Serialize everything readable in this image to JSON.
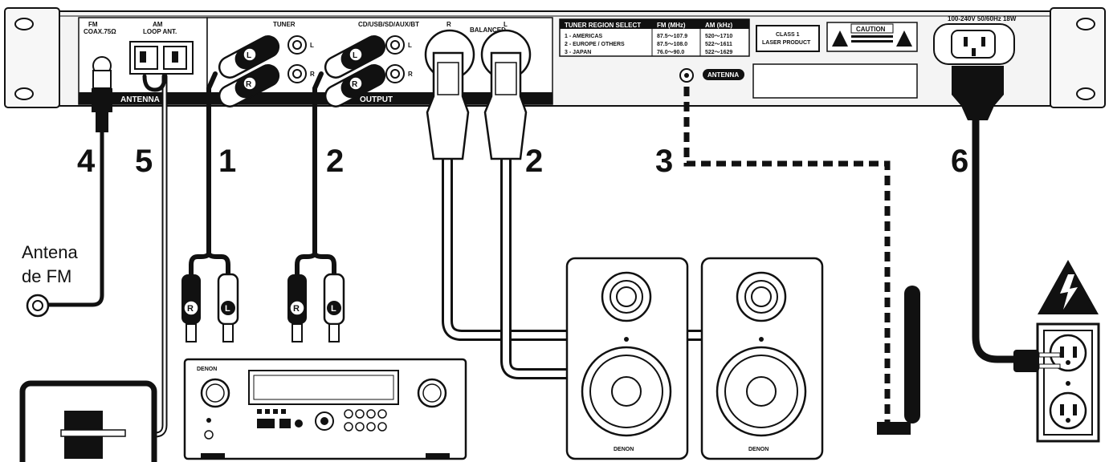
{
  "rear_panel": {
    "fm_label": "FM",
    "fm_coax": "COAX.75Ω",
    "am_label": "AM",
    "am_loop": "LOOP ANT.",
    "antenna_group": "ANTENNA",
    "tuner_label": "TUNER",
    "cd_label": "CD/USB/SD/AUX/BT",
    "output_group": "OUTPUT",
    "balanced_r": "R",
    "balanced_label": "BALANCED",
    "balanced_l": "L",
    "antenna_jack": "ANTENNA",
    "region_title": "TUNER REGION SELECT",
    "fm_col": "FM (MHz)",
    "am_col": "AM (kHz)",
    "regions": [
      {
        "name": "1 - AMERICAS",
        "fm": "87.5～107.9",
        "am": "520～1710"
      },
      {
        "name": "2 - EUROPE / OTHERS",
        "fm": "87.5～108.0",
        "am": "522～1611"
      },
      {
        "name": "3 - JAPAN",
        "fm": "76.0～90.0",
        "am": "522～1629"
      }
    ],
    "laser_line1": "CLASS 1",
    "laser_line2": "LASER PRODUCT",
    "caution": "CAUTION",
    "power_spec": "100-240V 50/60Hz 18W"
  },
  "connectors": {
    "rca_left": "L",
    "rca_right": "R"
  },
  "steps": [
    "4",
    "5",
    "1",
    "2",
    "2",
    "3",
    "6"
  ],
  "fm_antenna": {
    "line1": "Antena",
    "line2": "de FM"
  },
  "brand": "DENON",
  "colors": {
    "ink": "#111111",
    "panel": "#f4f4f4",
    "paper": "#ffffff"
  }
}
